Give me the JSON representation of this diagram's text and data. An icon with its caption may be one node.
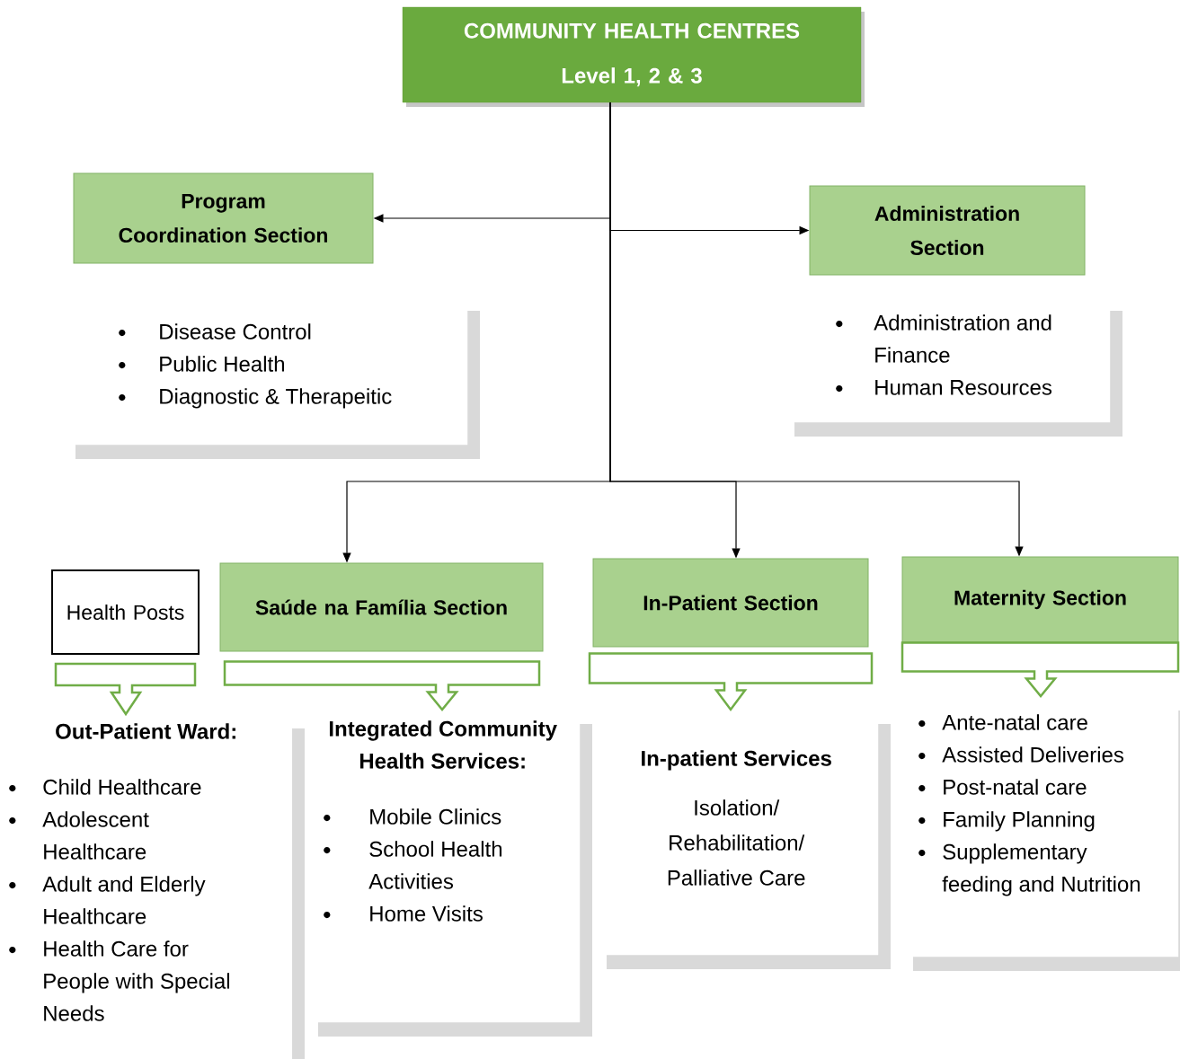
{
  "diagram": {
    "nodes": [
      {
        "text": [
          "COMMUNITY HEALTH CENTRES",
          "Level 1, 2 & 3"
        ]
      },
      {
        "text": [
          "Program Coordination Section"
        ]
      },
      {
        "text": [
          "Administration Section"
        ]
      },
      {
        "text": [
          "Disease Control",
          "Public Health",
          "Diagnostic & Therapeitic"
        ]
      },
      {
        "text": [
          "Administration and Finance",
          "Human Resources"
        ]
      },
      {
        "text": [
          "Health Posts"
        ]
      },
      {
        "text": [
          "Saúde na Família Section"
        ]
      },
      {
        "text": [
          "In-Patient Section"
        ]
      },
      {
        "text": [
          "Maternity Section"
        ]
      },
      {
        "text": [
          "Out-Patient Ward:",
          "Child Healthcare",
          "Adolescent Healthcare",
          "Adult and Elderly Healthcare",
          "Health Care for People with Special Needs"
        ]
      },
      {
        "text": [
          "Integrated Community Health Services:",
          "Mobile Clinics",
          "School Health Activities",
          "Home Visits"
        ]
      },
      {
        "text": [
          "In-patient Services",
          "Isolation/ Rehabilitation/ Palliative Care"
        ]
      },
      {
        "text": [
          "Ante-natal care",
          "Assisted Deliveries",
          "Post-natal care",
          "Family Planning",
          "Supplementary feeding and Nutrition"
        ]
      }
    ],
    "edges": [
      {
        "from": 0,
        "to": 1,
        "arrow": "to"
      },
      {
        "from": 0,
        "to": 2,
        "arrow": "to"
      },
      {
        "from": 0,
        "to": 6,
        "arrow": "to"
      },
      {
        "from": 0,
        "to": 7,
        "arrow": "to"
      },
      {
        "from": 0,
        "to": 8,
        "arrow": "to"
      },
      {
        "from": 5,
        "to": 9,
        "arrow": "to",
        "style": "thick",
        "color": "#70ad47"
      },
      {
        "from": 6,
        "to": 10,
        "arrow": "to",
        "style": "thick",
        "color": "#70ad47"
      },
      {
        "from": 7,
        "to": 11,
        "arrow": "to",
        "style": "thick",
        "color": "#70ad47"
      },
      {
        "from": 8,
        "to": 12,
        "arrow": "to",
        "style": "thick",
        "color": "#70ad47"
      }
    ]
  }
}
